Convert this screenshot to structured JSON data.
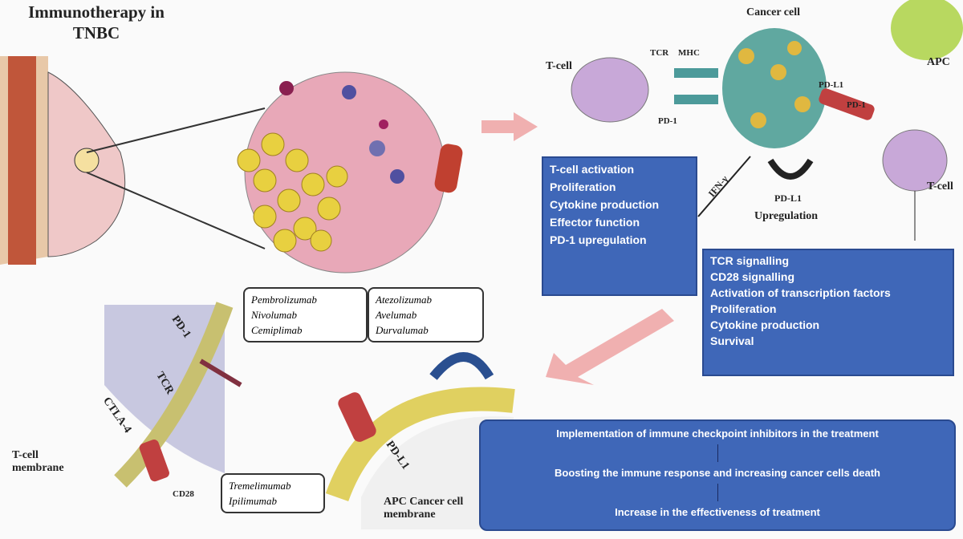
{
  "title": "Immunotherapy in TNBC",
  "labels": {
    "cancer_cell": "Cancer cell",
    "tcell_top": "T-cell",
    "apc": "APC",
    "mhc": "MHC",
    "tcr": "TCR",
    "pdl1_top": "PD-L1",
    "pd1_top": "PD-1",
    "pd1_left": "PD-1",
    "tcell_right": "T-cell",
    "ifn": "IFN-γ",
    "pdl1_up": "PD-L1",
    "upregulation": "Upregulation",
    "pd1_bottom": "PD-1",
    "tcr_bottom": "TCR",
    "ctla4": "CTLA-4",
    "tcell_membrane": "T-cell membrane",
    "pdl1_bottom": "PD-L1",
    "apc_membrane": "APC Cancer cell membrane",
    "cd28": "CD28"
  },
  "tcell_box": [
    "T-cell activation",
    "Proliferation",
    "Cytokine production",
    "Effector function",
    "PD-1 upregulation"
  ],
  "signal_box": [
    "TCR signalling",
    "CD28 signalling",
    "Activation of transcription factors",
    "Proliferation",
    "Cytokine production",
    "Survival"
  ],
  "drugs": {
    "pd1": [
      "Pembrolizumab",
      "Nivolumab",
      "Cemiplimab"
    ],
    "pdl1": [
      "Atezolizumab",
      "Avelumab",
      "Durvalumab"
    ],
    "ctla4": [
      "Tremelimumab",
      "Ipilimumab"
    ]
  },
  "outcome": [
    "Implementation of immune checkpoint inhibitors in the treatment",
    "Boosting the immune response and increasing cancer cells death",
    "Increase in the effectiveness of treatment"
  ]
}
